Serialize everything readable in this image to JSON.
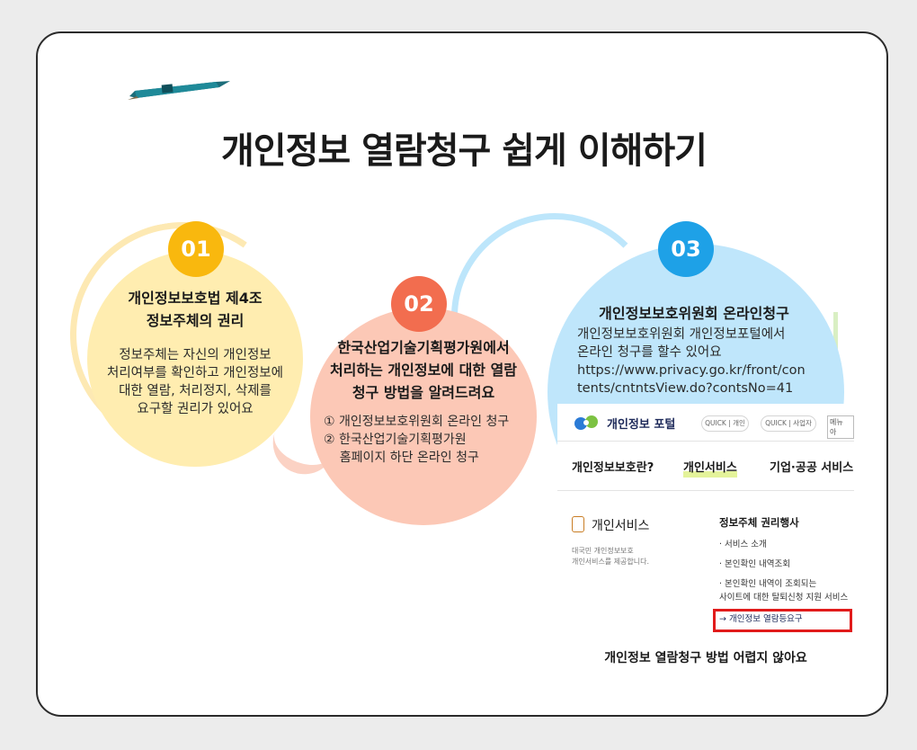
{
  "title": "개인정보 열람청구 쉽게 이해하기",
  "steps": [
    {
      "number": "01",
      "heading_line1": "개인정보보호법 제4조",
      "heading_line2": "정보주체의 권리",
      "body_lines": [
        "정보주체는 자신의 개인정보",
        "처리여부를 확인하고 개인정보에",
        "대한 열람, 처리정지, 삭제를",
        "요구할 권리가 있어요"
      ]
    },
    {
      "number": "02",
      "heading_line1": "한국산업기술기획평가원에서",
      "heading_line2": "처리하는 개인정보에 대한 열람",
      "heading_line3": "청구 방법을 알려드려요",
      "body_lines": [
        "① 개인정보보호위원회 온라인 청구",
        "② 한국산업기술기획평가원",
        "    홈페이지 하단 온라인 청구"
      ]
    },
    {
      "number": "03",
      "heading_line1": "개인정보보호위원회 온라인청구",
      "body_lines": [
        "개인정보보호위원회 개인정보포털에서",
        "온라인 청구를 할수 있어요",
        "https://www.privacy.go.kr/front/con",
        "tents/cntntsView.do?contsNo=41"
      ]
    }
  ],
  "portal": {
    "title": "개인정보 포털",
    "pill1": "QUICK | 개인",
    "pill2": "QUICK | 사업자",
    "menu_icon": "메뉴 아",
    "nav": [
      "개인정보보호란?",
      "개인서비스",
      "기업·공공 서비스"
    ],
    "service_title": "개인서비스",
    "service_desc_line1": "대국민 개인정보보호",
    "service_desc_line2": "개인서비스를 제공합니다.",
    "section_title": "정보주체 권리행사",
    "list": [
      "· 서비스 소개",
      "· 본인확인 내역조회",
      "· 본인확인 내역이 조회되는",
      "사이트에 대한 탈퇴신청 지원 서비스",
      "→ 개인정보 열람등요구"
    ]
  },
  "caption": "개인정보 열람청구 방법 어렵지 않아요",
  "colors": {
    "step1": "#f9b80e",
    "step2": "#f26d4f",
    "step3": "#1ea1e7",
    "highlight_box": "#e11b1b"
  },
  "icons": {
    "pen": "pen-icon",
    "portal_logo": "portal-logo-icon",
    "service": "person-shield-icon"
  }
}
